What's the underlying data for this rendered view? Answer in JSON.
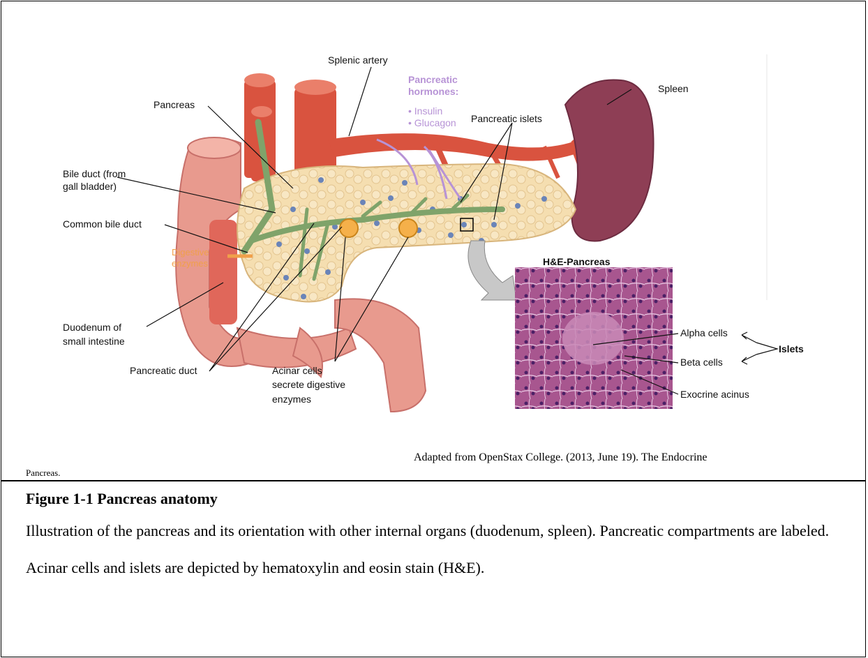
{
  "figure": {
    "labels": {
      "splenic_artery": "Splenic artery",
      "pancreatic_hormones": [
        "Pancreatic",
        "hormones:",
        "• Insulin",
        "• Glucagon"
      ],
      "spleen": "Spleen",
      "pancreas": "Pancreas",
      "pancreatic_islets": "Pancreatic islets",
      "bile_duct": [
        "Bile duct (from",
        "gall bladder)"
      ],
      "common_bile_duct": "Common bile duct",
      "digestive_enzymes": [
        "Digestive",
        "enzymes"
      ],
      "duodenum": [
        "Duodenum of",
        "small intestine"
      ],
      "pancreatic_duct": "Pancreatic duct",
      "acinar_cells": [
        "Acinar cells",
        "secrete digestive",
        "enzymes"
      ],
      "he_title": "H&E-Pancreas",
      "alpha_cells": "Alpha cells",
      "beta_cells": "Beta cells",
      "exocrine_acinus": "Exocrine acinus",
      "islets": "Islets"
    },
    "credit_line1": "Adapted from OpenStax College. (2013, June 19). The Endocrine",
    "credit_line2": "Pancreas.",
    "title": "Figure 1-1 Pancreas anatomy",
    "caption": "Illustration of the pancreas and its orientation with other internal organs (duodenum, spleen). Pancreatic compartments are labeled. Acinar cells and islets are depicted by hematoxylin and eosin stain (H&E)."
  },
  "colors": {
    "artery": "#d9533f",
    "pancreas": "#f5deb0",
    "duct": "#7fa36a",
    "spleen": "#8e3e55",
    "intestine": "#e89a8e",
    "hormone": "#b793d6",
    "histology": "#a8568f"
  }
}
